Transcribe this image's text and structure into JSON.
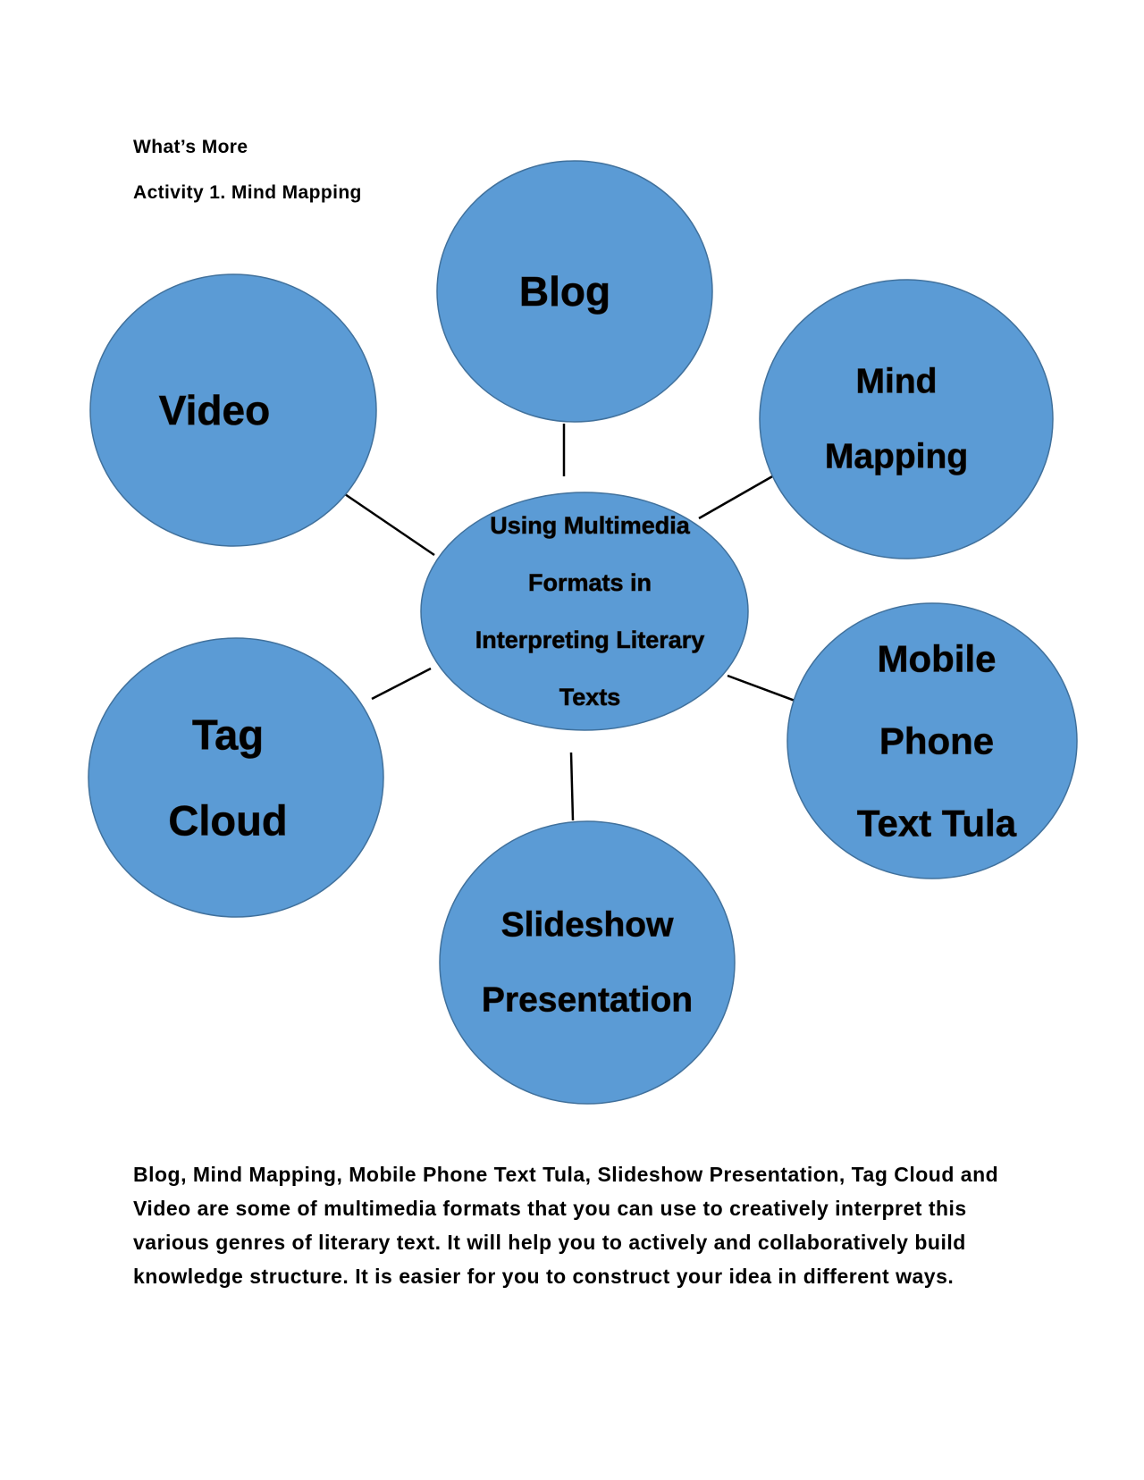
{
  "section_heading": "What’s More",
  "activity_heading": "Activity 1. Mind Mapping",
  "diagram": {
    "center": {
      "lines": [
        "Using Multimedia",
        "Formats in",
        "Interpreting Literary",
        "Texts"
      ]
    },
    "nodes": [
      {
        "id": "blog",
        "lines": [
          "Blog"
        ]
      },
      {
        "id": "mind-mapping",
        "lines": [
          "Mind",
          "Mapping"
        ]
      },
      {
        "id": "mobile-phone-text-tula",
        "lines": [
          "Mobile",
          "Phone",
          "Text Tula"
        ]
      },
      {
        "id": "slideshow-presentation",
        "lines": [
          "Slideshow",
          "Presentation"
        ]
      },
      {
        "id": "tag-cloud",
        "lines": [
          "Tag",
          "Cloud"
        ]
      },
      {
        "id": "video",
        "lines": [
          "Video"
        ]
      }
    ],
    "colors": {
      "bubble_fill": "#5b9bd5",
      "bubble_outline": "#41719c",
      "connector": "#000000"
    }
  },
  "summary_text": "Blog, Mind Mapping, Mobile Phone Text Tula, Slideshow Presentation, Tag Cloud and Video are some of multimedia formats that you can use to creatively interpret this various genres of literary text. It will help you to actively and collaboratively build knowledge structure. It is easier for you to construct your idea in different ways."
}
